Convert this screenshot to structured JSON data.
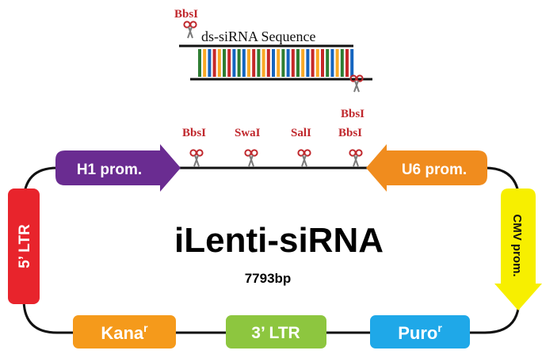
{
  "insert": {
    "sequence_label": "ds-siRNA Sequence",
    "site_top": "BbsI",
    "site_bottom": "BbsI",
    "bar_colors": [
      "#2e7d32",
      "#f9a825",
      "#1565c0",
      "#c62828"
    ]
  },
  "mcs_sites": [
    "BbsI",
    "SwaI",
    "SalI",
    "BbsI"
  ],
  "plasmid": {
    "name": "iLenti-siRNA",
    "size": "7793bp"
  },
  "features": {
    "h1": {
      "label": "H1 prom.",
      "color": "#6a2c91"
    },
    "u6": {
      "label": "U6 prom.",
      "color": "#f08c1e"
    },
    "cmv": {
      "label": "CMV prom.",
      "color": "#f7ef00"
    },
    "ltr5": {
      "label": "5’ LTR",
      "color": "#e8242c"
    },
    "kana": {
      "label": "Kana",
      "sup": "r",
      "color": "#f59a1b"
    },
    "ltr3": {
      "label": "3’ LTR",
      "color": "#8dc63f"
    },
    "puro": {
      "label": "Puro",
      "sup": "r",
      "color": "#1fa8e8"
    }
  },
  "colors": {
    "site_label": "#c0282d",
    "scissors": "#c0282d",
    "backbone": "#111111"
  }
}
